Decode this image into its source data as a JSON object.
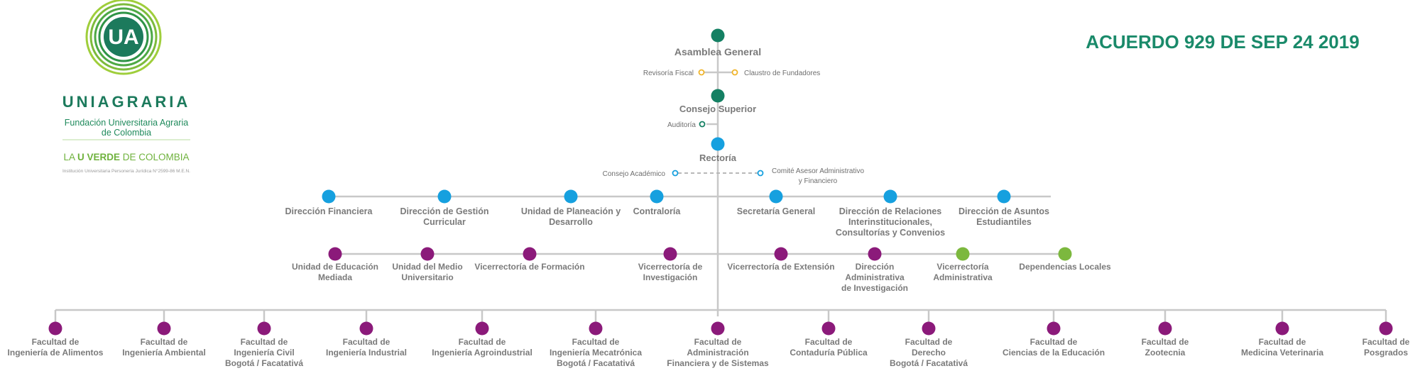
{
  "logo": {
    "monogram": "UA",
    "name": "UNIAGRARIA",
    "subtitle_line1": "Fundación Universitaria Agraria",
    "subtitle_line2": "de Colombia",
    "tagline_a": "LA ",
    "tagline_b": "U VERDE",
    "tagline_c": " DE COLOMBIA",
    "fine_print": "Institución Universitaria Personería Jurídica N°2599-86 M.E.N.",
    "colors": {
      "green_dark": "#1c7a5c",
      "green_mid": "#3aa047",
      "green_light": "#9fce3b"
    }
  },
  "agreement": {
    "text": "ACUERDO 929 DE  SEP 24 2019"
  },
  "colors": {
    "teal": "#148063",
    "blue": "#16a0df",
    "purple": "#8b1a7a",
    "green": "#7cb83e",
    "orange": "#f0b429",
    "line": "#c8c8c8"
  },
  "top": {
    "asamblea": "Asamblea General",
    "revisoria": "Revisoría Fiscal",
    "claustro": "Claustro de Fundadores",
    "consejo_superior": "Consejo Superior",
    "auditoria": "Auditoría",
    "rectoria": "Rectoría",
    "consejo_academico": "Consejo Académico",
    "comite_line1": "Comité Asesor Administrativo",
    "comite_line2": "y Financiero"
  },
  "row1": [
    {
      "lines": [
        "Dirección Financiera"
      ]
    },
    {
      "lines": [
        "Dirección de Gestión",
        "Curricular"
      ]
    },
    {
      "lines": [
        "Unidad de Planeación y",
        "Desarrollo"
      ]
    },
    {
      "lines": [
        "Contraloría"
      ]
    },
    {
      "lines": [
        "Secretaría General"
      ]
    },
    {
      "lines": [
        "Dirección de Relaciones",
        "Interinstitucionales,",
        "Consultorías y Convenios"
      ]
    },
    {
      "lines": [
        "Dirección de Asuntos",
        "Estudiantiles"
      ]
    }
  ],
  "row2": [
    {
      "lines": [
        "Unidad de Educación",
        "Mediada"
      ],
      "color": "purple"
    },
    {
      "lines": [
        "Unidad del Medio",
        "Universitario"
      ],
      "color": "purple"
    },
    {
      "lines": [
        "Vicerrectoría de Formación"
      ],
      "color": "purple"
    },
    {
      "lines": [
        "Vicerrectoría de",
        "Investigación"
      ],
      "color": "purple"
    },
    {
      "lines": [
        "Vicerrectoría de Extensión"
      ],
      "color": "purple"
    },
    {
      "lines": [
        "Dirección",
        "Administrativa",
        "de Investigación"
      ],
      "color": "purple"
    },
    {
      "lines": [
        "Vicerrectoría",
        "Administrativa"
      ],
      "color": "green"
    },
    {
      "lines": [
        "Dependencias Locales"
      ],
      "color": "green"
    }
  ],
  "row3": [
    {
      "lines": [
        "Facultad de",
        "Ingeniería de Alimentos"
      ]
    },
    {
      "lines": [
        "Facultad de",
        "Ingeniería Ambiental"
      ]
    },
    {
      "lines": [
        "Facultad de",
        "Ingeniería Civil",
        "Bogotá / Facatativá"
      ]
    },
    {
      "lines": [
        "Facultad de",
        "Ingeniería Industrial"
      ]
    },
    {
      "lines": [
        "Facultad de",
        "Ingeniería Agroindustrial"
      ]
    },
    {
      "lines": [
        "Facultad de",
        "Ingeniería Mecatrónica",
        "Bogotá / Facatativá"
      ]
    },
    {
      "lines": [
        "Facultad de",
        "Administración",
        "Financiera y de Sistemas"
      ]
    },
    {
      "lines": [
        "Facultad de",
        "Contaduría Pública"
      ]
    },
    {
      "lines": [
        "Facultad de",
        "Derecho",
        "Bogotá / Facatativá"
      ]
    },
    {
      "lines": [
        "Facultad de",
        "Ciencias de la Educación"
      ]
    },
    {
      "lines": [
        "Facultad de",
        "Zootecnia"
      ]
    },
    {
      "lines": [
        "Facultad de",
        "Medicina Veterinaria"
      ]
    },
    {
      "lines": [
        "Facultad de",
        "Posgrados"
      ]
    }
  ]
}
